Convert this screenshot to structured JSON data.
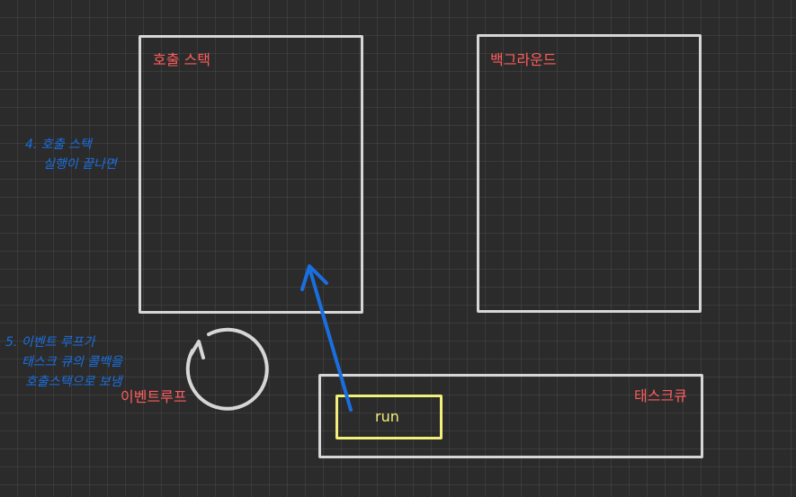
{
  "boxes": {
    "call_stack_label": "호출 스택",
    "background_label": "백그라운드",
    "task_queue_label": "태스크큐",
    "event_loop_label": "이벤트루프"
  },
  "task_item": "run",
  "notes": {
    "step4": [
      "4. 호출 스택",
      "실행이 끝나면"
    ],
    "step5": [
      "5. 이벤트 루프가",
      "태스크 큐의 콜백을",
      "호출스택으로 보냄"
    ]
  },
  "colors": {
    "background": "#2b2b2b",
    "box_border": "#d6d6d6",
    "label": "#ff5c5c",
    "run_highlight": "#f2f07a",
    "annotation": "#1a6fe0"
  }
}
